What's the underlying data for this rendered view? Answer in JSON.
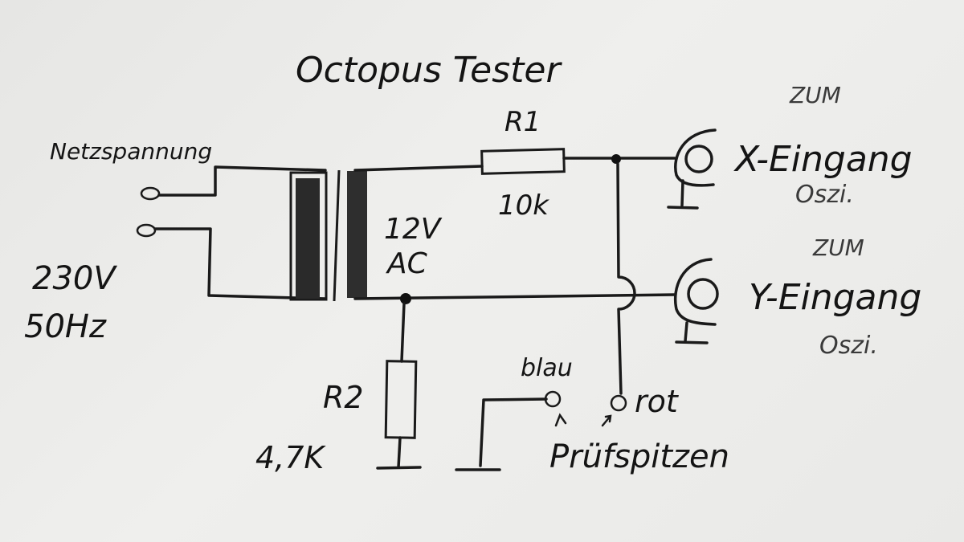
{
  "title": "Octopus Tester",
  "mains": {
    "label": "Netzspannung",
    "voltage": "230V",
    "frequency": "50Hz"
  },
  "transformer": {
    "secondary_voltage": "12V",
    "secondary_type": "AC"
  },
  "r1": {
    "name": "R1",
    "value": "10k"
  },
  "r2": {
    "name": "R2",
    "value": "4,7K"
  },
  "x_output": {
    "line1": "ZUM",
    "line2": "X-Eingang",
    "line3": "Oszi."
  },
  "y_output": {
    "line1": "ZUM",
    "line2": "Y-Eingang",
    "line3": "Oszi."
  },
  "probes": {
    "blue_label": "blau",
    "red_label": "rot",
    "caption": "Prüfspitzen"
  },
  "colors": {
    "ink": "#1a1a1a",
    "paper": "#ececea"
  }
}
